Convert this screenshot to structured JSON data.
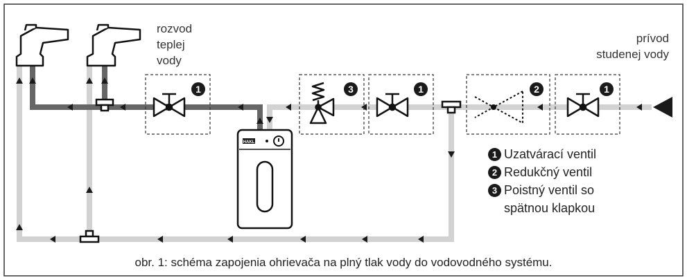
{
  "labels": {
    "hot_water": [
      "rozvod",
      "teplej",
      "vody"
    ],
    "cold_water": [
      "prívod",
      "studenej vody"
    ]
  },
  "legend": [
    {
      "num": "1",
      "text": "Uzatvárací ventil"
    },
    {
      "num": "2",
      "text": "Redukčný ventil"
    },
    {
      "num": "3",
      "text": "Poistný ventil so",
      "continuation": "spätnou klapkou"
    }
  ],
  "heater_brand": "HAKL",
  "valve_badges": [
    "1",
    "3",
    "1",
    "2",
    "1"
  ],
  "caption": "obr. 1: schéma zapojenia ohrievača na plný tlak vody do vodovodného systému.",
  "colors": {
    "hot_pipe": "#666666",
    "cold_pipe": "#d2d2d2",
    "badge": "#1a1a1a"
  }
}
